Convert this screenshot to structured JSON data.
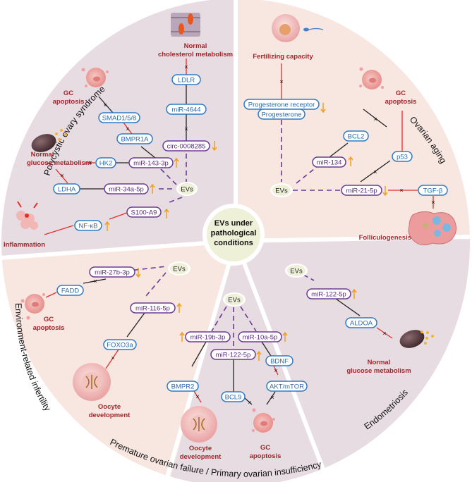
{
  "center": {
    "lines": [
      "EVs under",
      "pathological",
      "conditions"
    ]
  },
  "colors": {
    "sector_purple": "#e8dce3",
    "sector_pink": "#f8e6e1",
    "center_fill": "#eef0d8",
    "mirna_border": "#6b3a93",
    "gene_border": "#2e7bc4",
    "outcome_text": "#a3262a",
    "inhibit_line": "#222222",
    "promote_line": "#e0312b",
    "dashed_line": "#6b3a93",
    "arrow_orange": "#f0a020"
  },
  "sections": {
    "pcos": {
      "title": "Polycystic ovary syndrome",
      "evs": "EVs",
      "outcomes": {
        "cholesterol": [
          "Normal",
          "cholesterol metabolism"
        ],
        "gc_apoptosis": [
          "GC",
          "apoptosis"
        ],
        "glucose": [
          "Normal",
          "glucose metabolism"
        ],
        "inflammation": "Inflammation"
      },
      "nodes": {
        "ldlr": "LDLR",
        "mir4644": "miR-4644",
        "circ": "circ-0008285",
        "smad": "SMAD1/5/8",
        "bmpr1a": "BMPR1A",
        "hk2": "HK2",
        "mir143": "miR-143-3p",
        "ldha": "LDHA",
        "mir34a": "miR-34a-5p",
        "s100a9": "S100-A9",
        "nfkb": "NF-κB"
      },
      "regulation": {
        "circ": "down",
        "mir143": "up",
        "mir34a": "up",
        "s100a9": "up",
        "nfkb": "up"
      }
    },
    "ovarian_aging": {
      "title": "Ovarian aging",
      "evs": "EVs",
      "outcomes": {
        "fertilizing": "Fertilizing capacity",
        "gc_apoptosis": [
          "GC",
          "apoptosis"
        ],
        "folliculogenesis": "Folliculogenesis"
      },
      "nodes": {
        "pr": "Progesterone receptor",
        "prog": "Progesterone",
        "bcl2": "BCL2",
        "p53": "p53",
        "mir134": "miR-134",
        "mir21": "miR-21-5p",
        "tgfb": "TGF-β"
      },
      "regulation": {
        "prog": "down",
        "mir134": "up",
        "mir21": "down"
      }
    },
    "env_infertility": {
      "title": "Environment-related infertility",
      "evs": "EVs",
      "outcomes": {
        "gc_apoptosis": [
          "GC",
          "apoptosis"
        ],
        "oocyte": [
          "Oocyte",
          "development"
        ]
      },
      "nodes": {
        "mir27b": "miR-27b-3p",
        "fadd": "FADD",
        "mir116": "miR-116-5p",
        "foxo3a": "FOXO3a"
      },
      "regulation": {
        "mir27b": "down",
        "mir116": "up"
      }
    },
    "pof": {
      "title": "Premature ovarian failure / Primary ovarian insufficiency",
      "evs": "EVs",
      "outcomes": {
        "oocyte": [
          "Oocyte",
          "development"
        ],
        "gc_apoptosis": [
          "GC",
          "apoptosis"
        ]
      },
      "nodes": {
        "mir19b": "miR-19b-3p",
        "mir10a": "miR-10a-5p",
        "mir122": "miR-122-5p",
        "bdnf": "BDNF",
        "bmpr2": "BMPR2",
        "akt": "AKT/mTOR",
        "bcl9": "BCL9"
      },
      "regulation": {
        "mir19b": "up",
        "mir10a": "up",
        "mir122": "up"
      }
    },
    "endometriosis": {
      "title": "Endometriosis",
      "evs": "EVs",
      "outcomes": {
        "glucose": [
          "Normal",
          "glucose metabolism"
        ]
      },
      "nodes": {
        "mir122": "miR-122-5p",
        "aldoa": "ALDOA"
      },
      "regulation": {
        "mir122": "up"
      }
    }
  }
}
